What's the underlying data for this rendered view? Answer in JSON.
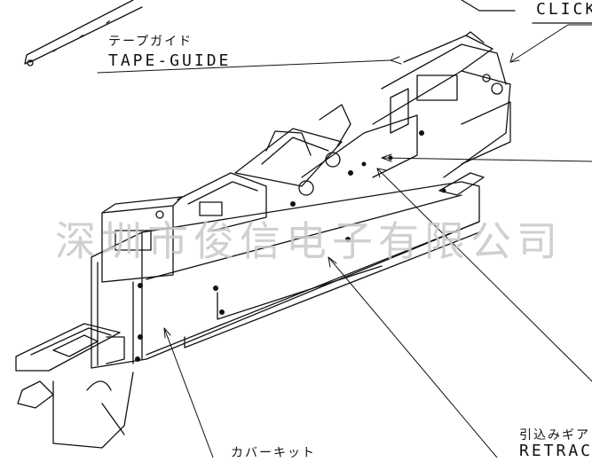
{
  "labels": {
    "tape_guide_jp": "テープガイド",
    "tape_guide_en": "TAPE-GUIDE",
    "click_en": "CLICK",
    "cover_kit_jp": "カバーキット",
    "retract_gear_jp": "引込みギア",
    "retract_en": "RETRAC"
  },
  "watermark": "深圳市俊信电子有限公司"
}
